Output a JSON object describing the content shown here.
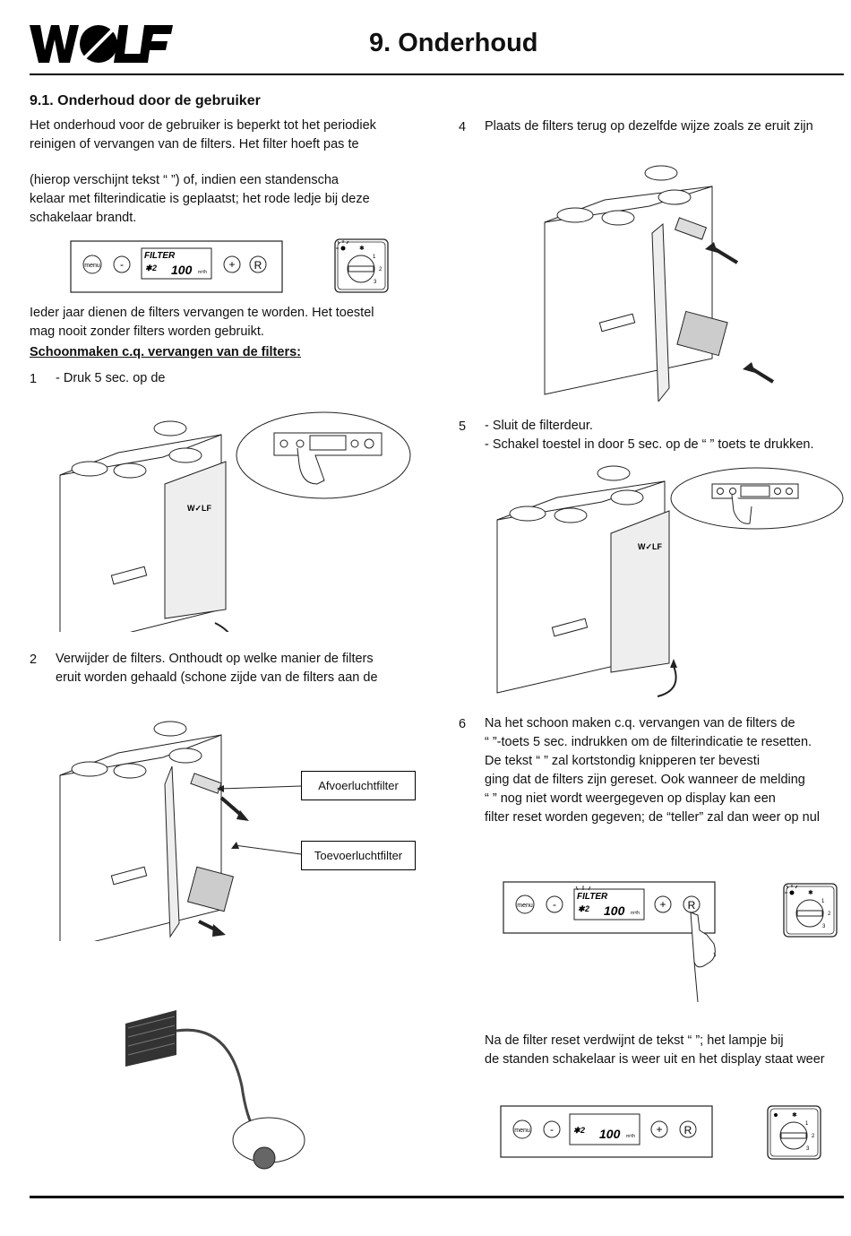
{
  "header": {
    "brand": "WOLF",
    "title": "9. Onderhoud"
  },
  "left": {
    "heading": "9.1. Onderhoud door de gebruiker",
    "intro_lines": [
      "Het onderhoud voor de gebruiker is beperkt tot het periodiek",
      "reinigen of vervangen van de filters. Het filter hoeft pas te"
    ],
    "intro_lines2": [
      "(hierop verschijnt tekst “          ”) of, indien een standenscha",
      "kelaar met filterindicatie is geplaatst; het rode ledje bij deze",
      "schakelaar brandt."
    ],
    "yearly_lines": [
      "Ieder jaar dienen de filters vervangen te worden. Het toestel",
      "mag nooit zonder filters worden gebruikt."
    ],
    "subheading": "Schoonmaken c.q. vervangen van de filters:",
    "step1_num": "1",
    "step1_text": "- Druk 5 sec. op de",
    "step2_num": "2",
    "step2_lines": [
      "Verwijder de filters. Onthoudt op welke manier de filters",
      "eruit worden gehaald (schone zijde van de filters aan de"
    ],
    "label_exhaust": "Afvoerluchtfilter",
    "label_supply": "Toevoerluchtfilter"
  },
  "right": {
    "step4_num": "4",
    "step4_text": "Plaats de filters terug op dezelfde wijze zoals ze eruit zijn",
    "step5_num": "5",
    "step5_lines": [
      "- Sluit de filterdeur.",
      "- Schakel toestel in door 5 sec. op de “ ” toets te drukken."
    ],
    "step6_num": "6",
    "step6_lines": [
      "Na het schoon maken c.q. vervangen van de filters de",
      "“  ”-toets 5 sec. indrukken om de filterindicatie te resetten.",
      "De tekst “           ” zal kortstondig knipperen ter bevesti",
      "ging dat de filters zijn gereset. Ook wanneer de melding",
      "“            ” nog niet wordt weergegeven op display kan een",
      "filter reset worden gegeven; de “teller” zal dan weer op nul"
    ],
    "after_lines": [
      "Na de filter reset verdwijnt de tekst “             ”; het lampje bij",
      "de standen schakelaar is weer uit en het display staat weer"
    ]
  },
  "panel": {
    "menu": "menu",
    "minus": "-",
    "plus": "+",
    "reset": "R",
    "filter_text": "FILTER",
    "speed": "2",
    "flow": "100",
    "unit": "m³/h"
  },
  "switch": {
    "pos1": "1",
    "pos2": "2",
    "pos3": "3"
  }
}
